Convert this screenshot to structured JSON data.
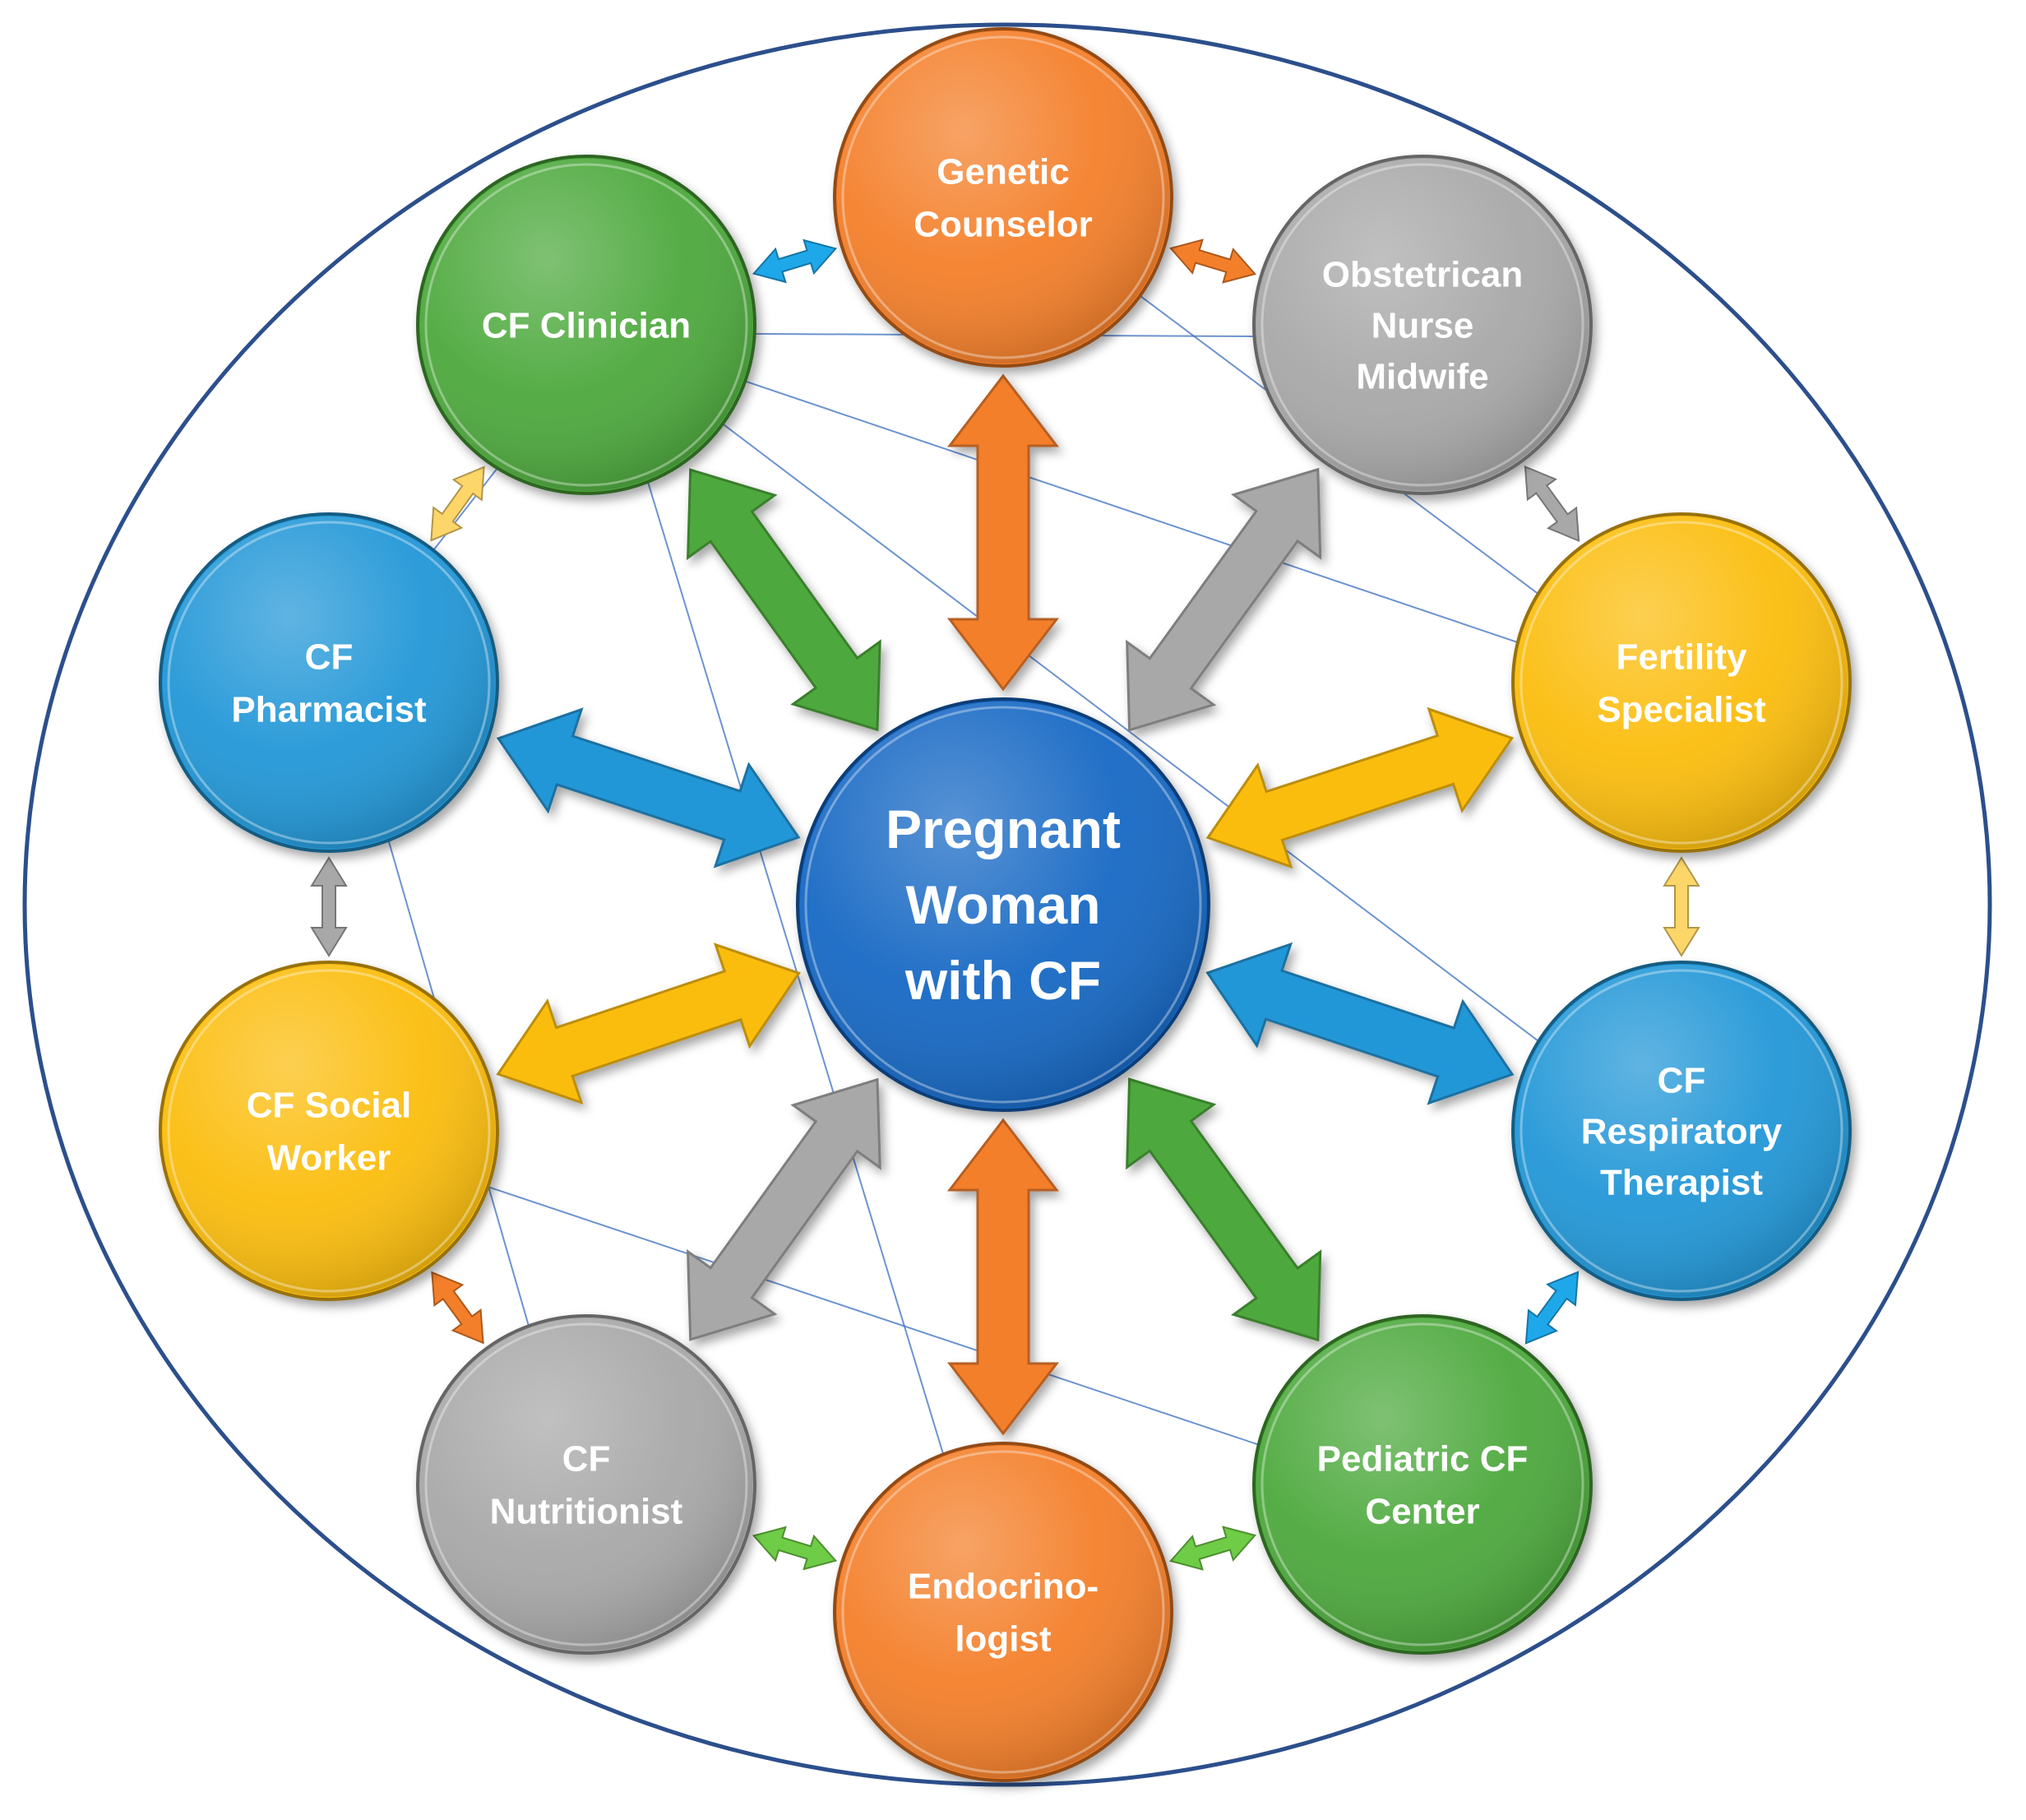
{
  "diagram": {
    "center": {
      "lines": [
        "Pregnant",
        "Woman",
        "with CF"
      ],
      "color": "#1468c4"
    },
    "nodes": [
      {
        "id": "genetic-counselor",
        "lines": [
          "Genetic",
          "Counselor"
        ],
        "color": "#f47f2a"
      },
      {
        "id": "obstetrician",
        "lines": [
          "Obstetrican",
          "Nurse",
          "Midwife"
        ],
        "color": "#a8a8a8"
      },
      {
        "id": "fertility-specialist",
        "lines": [
          "Fertility",
          "Specialist"
        ],
        "color": "#fbbd0d"
      },
      {
        "id": "cf-respiratory-therapist",
        "lines": [
          "CF",
          "Respiratory",
          "Therapist"
        ],
        "color": "#2497d7"
      },
      {
        "id": "pediatric-cf-center",
        "lines": [
          "Pediatric CF",
          "Center"
        ],
        "color": "#4ea93c"
      },
      {
        "id": "endocrinologist",
        "lines": [
          "Endocrino-",
          "logist"
        ],
        "color": "#f47f2a"
      },
      {
        "id": "cf-nutritionist",
        "lines": [
          "CF",
          "Nutritionist"
        ],
        "color": "#a8a8a8"
      },
      {
        "id": "cf-social-worker",
        "lines": [
          "CF Social",
          "Worker"
        ],
        "color": "#fbbd0d"
      },
      {
        "id": "cf-pharmacist",
        "lines": [
          "CF",
          "Pharmacist"
        ],
        "color": "#2497d7"
      },
      {
        "id": "cf-clinician",
        "lines": [
          "CF Clinician"
        ],
        "color": "#4ea93c"
      }
    ],
    "ring_arrow_colors": [
      "#f47f2a",
      "#a8a8a8",
      "#fdd66a",
      "#1ea8ea",
      "#6fcc46",
      "#6fcc46",
      "#f47f2a",
      "#a8a8a8",
      "#fdd66a",
      "#1ea8ea"
    ],
    "outline_color": "#2c4f8c",
    "connector_color": "#3b6fc0"
  }
}
